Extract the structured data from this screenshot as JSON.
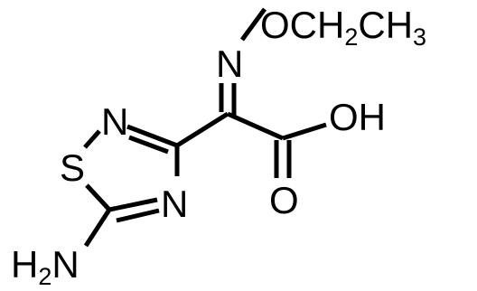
{
  "molecule": {
    "labels": {
      "ring_n_top": "N",
      "ring_s": "S",
      "ring_n_bottom": "N",
      "amine_h": "H",
      "amine_sub": "2",
      "amine_n": "N",
      "oxime_n": "N",
      "ether_o": "O",
      "ethyl_ch": "CH",
      "ethyl_ch_sub": "2",
      "ethyl_ch3": "CH",
      "ethyl_ch3_sub": "3",
      "acid_oh": "OH",
      "carbonyl_o": "O"
    }
  }
}
